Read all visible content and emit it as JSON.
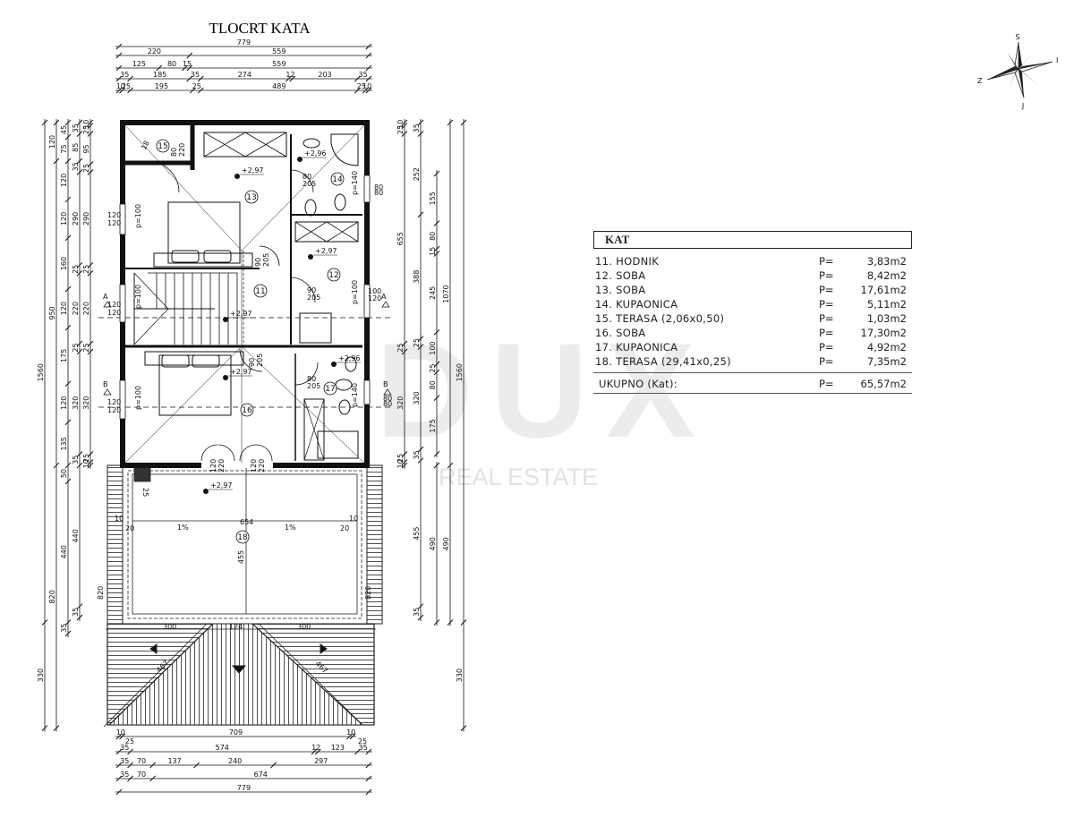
{
  "title": "TLOCRT KATA",
  "dimensions": {
    "top": [
      [
        779
      ],
      [
        220,
        559
      ],
      [
        125,
        80,
        15,
        559
      ],
      [
        35,
        185,
        35,
        274,
        12,
        203,
        35
      ],
      [
        10,
        25,
        195,
        25,
        489,
        25,
        10
      ]
    ],
    "bottom": [
      [
        10,
        709,
        10
      ],
      [
        35,
        574,
        12,
        123,
        35
      ],
      [
        35,
        70,
        137,
        240,
        297
      ],
      [
        35,
        70,
        674
      ],
      [
        779
      ]
    ],
    "bottom_extra": [
      "25",
      "25"
    ],
    "left": [
      [
        1560,
        330
      ],
      [
        120,
        950,
        820
      ],
      [
        45,
        75,
        120,
        120,
        160,
        120,
        175,
        120,
        135,
        50,
        440,
        35
      ],
      [
        35,
        85,
        35,
        290,
        25,
        220,
        25,
        320,
        35,
        440,
        35
      ],
      [
        10,
        25,
        95,
        25,
        290,
        25,
        220,
        25,
        320,
        25,
        10
      ]
    ],
    "right": [
      [
        10,
        25,
        655,
        25,
        320,
        25,
        10
      ],
      [
        35,
        252,
        388,
        25,
        320,
        35,
        455,
        35
      ],
      [
        155,
        80,
        15,
        245,
        100,
        25,
        80,
        175
      ],
      [
        490
      ],
      [
        1070,
        490
      ],
      [
        1560,
        330
      ]
    ]
  },
  "rooms": [
    "15",
    "13",
    "14",
    "12",
    "11",
    "16",
    "17",
    "18"
  ],
  "levels": [
    "+2,97",
    "+2,96",
    "+2,97",
    "+2,97",
    "+2,97",
    "+2,96",
    "+2,97"
  ],
  "doors": [
    "80\n220",
    "80\n205",
    "90\n205",
    "90\n205",
    "90\n205",
    "80\n205",
    "120\n220",
    "120\n220"
  ],
  "door_labels": [
    [
      "80",
      "220"
    ],
    [
      "80",
      "205"
    ],
    [
      "90",
      "205"
    ],
    [
      "90",
      "205"
    ],
    [
      "90",
      "205"
    ],
    [
      "80",
      "205"
    ],
    [
      "120",
      "220"
    ],
    [
      "120",
      "220"
    ]
  ],
  "windows": [
    "p=100",
    "p=100",
    "p=100",
    "p=140",
    "p=100",
    "p=140",
    "120",
    "120",
    "120",
    "120",
    "120",
    "120",
    "80",
    "80",
    "100",
    "120",
    "80",
    "80"
  ],
  "section_marks": [
    "A",
    "A",
    "B",
    "B"
  ],
  "terrace": {
    "width": "654",
    "depth": "455",
    "slope_left": "1%",
    "slope_right": "1%",
    "edge": [
      "10",
      "20",
      "10",
      "20"
    ],
    "roof": [
      "300",
      "124",
      "300",
      "467",
      "467"
    ],
    "side": [
      "820",
      "820"
    ],
    "corner": "25",
    "stair": "18"
  },
  "table": {
    "title": "KAT",
    "items": [
      {
        "name": "11. HODNIK",
        "p": "P=",
        "area": "3,83m2"
      },
      {
        "name": "12. SOBA",
        "p": "P=",
        "area": "8,42m2"
      },
      {
        "name": "13. SOBA",
        "p": "P=",
        "area": "17,61m2"
      },
      {
        "name": "14. KUPAONICA",
        "p": "P=",
        "area": "5,11m2"
      },
      {
        "name": "15. TERASA  (2,06x0,50)",
        "p": "P=",
        "area": "1,03m2"
      },
      {
        "name": "16. SOBA",
        "p": "P=",
        "area": "17,30m2"
      },
      {
        "name": "17. KUPAONICA",
        "p": "P=",
        "area": "4,92m2"
      },
      {
        "name": "18. TERASA  (29,41x0,25)",
        "p": "P=",
        "area": "7,35m2"
      }
    ],
    "total": {
      "name": "UKUPNO  (Kat):",
      "p": "P=",
      "area": "65,57m2"
    }
  },
  "compass": {
    "n": "S",
    "e": "I",
    "w": "Z",
    "s": "J"
  },
  "watermark": {
    "brand": "DUX",
    "tagline": "REAL ESTATE"
  }
}
